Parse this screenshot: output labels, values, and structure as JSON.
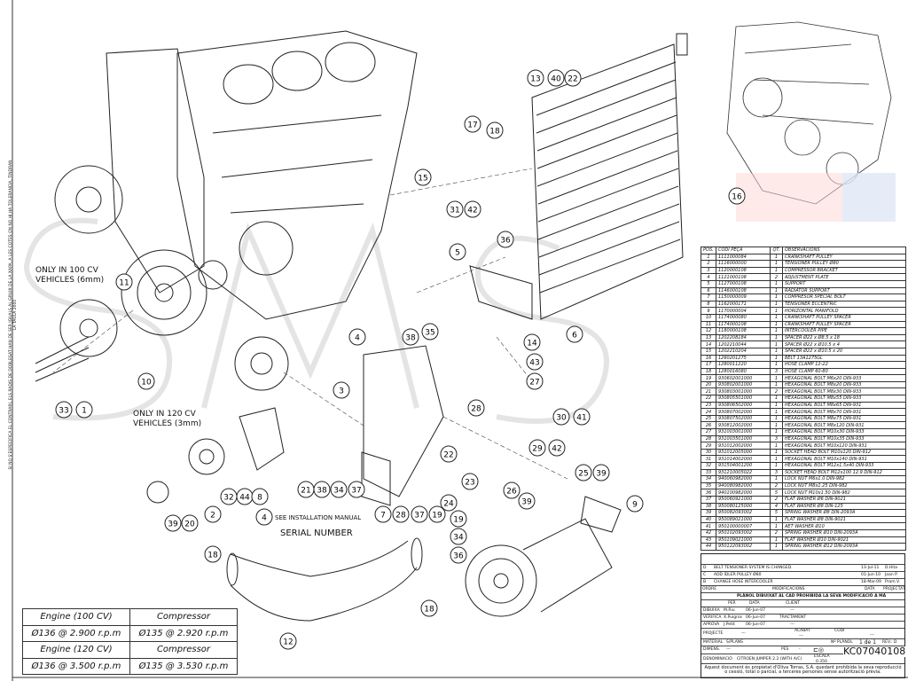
{
  "side_note": "SI NO S'ESPECIFICA EL CONTRARI, ELS RADIS DE DOBLEGAT HAN DE SER IGUALS AL GRUIX DE LA XAPA. A LES COTES ON NO HI HA TOLERANCIA, TINDRAN LA TAULA 2000",
  "annotations": {
    "only100": "ONLY IN 100 CV",
    "only100b": "VEHICLES (6mm)",
    "only120": "ONLY IN 120 CV",
    "only120b": "VEHICLES (3mm)",
    "install": "SEE INSTALLATION MANUAL",
    "serial": "SERIAL NUMBER"
  },
  "balloons": [
    "13",
    "40",
    "22",
    "17",
    "18",
    "15",
    "31",
    "42",
    "36",
    "5",
    "14",
    "43",
    "27",
    "6",
    "38",
    "35",
    "4",
    "3",
    "11",
    "10",
    "33",
    "1",
    "28",
    "30",
    "41",
    "29",
    "42",
    "25",
    "39",
    "22",
    "23",
    "26",
    "39",
    "24",
    "19",
    "16",
    "9",
    "34",
    "36",
    "21",
    "38",
    "34",
    "37",
    "7",
    "28",
    "37",
    "19",
    "32",
    "44",
    "8",
    "39",
    "20",
    "2",
    "4",
    "18",
    "18",
    "12"
  ],
  "rpm_table": [
    [
      "Engine (100 CV)",
      "Compressor"
    ],
    [
      "Ø136 @ 2.900 r.p.m",
      "Ø135 @ 2.920 r.p.m"
    ],
    [
      "Engine (120 CV)",
      "Compressor"
    ],
    [
      "Ø136 @ 3.500 r.p.m",
      "Ø135 @ 3.530 r.p.m"
    ]
  ],
  "parts_header": [
    "POS.",
    "CODI PEÇA",
    "QT.",
    "OBSERVACIONS"
  ],
  "parts": [
    [
      "1",
      "1111000084",
      "1",
      "CRANKSHAFT PULLEY"
    ],
    [
      "2",
      "1116000000",
      "1",
      "TENSIONER PULLEY Ø80"
    ],
    [
      "3",
      "1120000108",
      "1",
      "COMPRESSOR BRACKET"
    ],
    [
      "4",
      "1121000108",
      "2",
      "ADJUSTMENT PLATE"
    ],
    [
      "5",
      "1127000108",
      "1",
      "SUPPORT"
    ],
    [
      "6",
      "1146000108",
      "1",
      "RADIATOR SUPPORT"
    ],
    [
      "7",
      "1150000009",
      "1",
      "COMPRESOR SPECIAL BOLT"
    ],
    [
      "8",
      "1162000171",
      "1",
      "TENSIONER ECCENTRIC"
    ],
    [
      "9",
      "1170000004",
      "1",
      "HORIZONTAL MANIFOLD"
    ],
    [
      "10",
      "1174000080",
      "1",
      "CRANKSHAFT PULLEY SPACER"
    ],
    [
      "11",
      "1174000108",
      "1",
      "CRANKSHAFT PULLEY SPACER"
    ],
    [
      "12",
      "1180000108",
      "1",
      "INTERCOOLER PIPE"
    ],
    [
      "13",
      "1202208184",
      "1",
      "SPACER Ø22 x Ø8.5 x 18"
    ],
    [
      "14",
      "1202210044",
      "1",
      "SPACER Ø22 x Ø10.5 x 4"
    ],
    [
      "15",
      "1202210204",
      "1",
      "SPACER Ø22 x Ø10.5 x 20"
    ],
    [
      "16",
      "1260201275",
      "1",
      "BELT 13A1275GL"
    ],
    [
      "17",
      "1280011220",
      "1",
      "HOSE CLAMP 12-22"
    ],
    [
      "18",
      "1280016080",
      "3",
      "HOSE CLAMP 60-80"
    ],
    [
      "19",
      "930602001000",
      "1",
      "HEXAGONAL BOLT M6x20 DIN-933"
    ],
    [
      "20",
      "930802001000",
      "1",
      "HEXAGONAL BOLT M8x20 DIN-933"
    ],
    [
      "21",
      "930803001000",
      "2",
      "HEXAGONAL BOLT M8x30 DIN-933"
    ],
    [
      "22",
      "930805501000",
      "1",
      "HEXAGONAL BOLT M8x55 DIN-933"
    ],
    [
      "23",
      "930806502000",
      "1",
      "HEXAGONAL BOLT M8x65 DIN-931"
    ],
    [
      "24",
      "930807002000",
      "1",
      "HEXAGONAL BOLT M8x70 DIN-931"
    ],
    [
      "25",
      "930807502000",
      "1",
      "HEXAGONAL BOLT M8x75 DIN-931"
    ],
    [
      "26",
      "930812002000",
      "1",
      "HEXAGONAL BOLT M8x120 DIN-931"
    ],
    [
      "27",
      "931003001000",
      "1",
      "HEXAGONAL BOLT M10x30 DIN-933"
    ],
    [
      "28",
      "931003501000",
      "3",
      "HEXAGONAL BOLT M10x35 DIN-933"
    ],
    [
      "29",
      "931012002000",
      "1",
      "HEXAGONAL BOLT M10x120 DIN-931"
    ],
    [
      "30",
      "931012005000",
      "1",
      "SOCKET HEAD BOLT M10x120 DIN-912"
    ],
    [
      "31",
      "931014002000",
      "1",
      "HEXAGONAL BOLT M10x140 DIN-931"
    ],
    [
      "32",
      "931504001200",
      "1",
      "HEXAGONAL BOLT M12x1.5x40 DIN-933"
    ],
    [
      "33",
      "931210005022",
      "3",
      "SOCKET HEAD BOLT M12x100 12.9 DIN-912"
    ],
    [
      "34",
      "940060982000",
      "1",
      "LOCK NUT M6x1.0 DIN-982"
    ],
    [
      "35",
      "940080982000",
      "2",
      "LOCK NUT M8x1.25 DIN-982"
    ],
    [
      "36",
      "940100982000",
      "5",
      "LOCK NUT M10x1.50 DIN-982"
    ],
    [
      "37",
      "950060921000",
      "2",
      "FLAT WASHER Ø6 DIN-9021"
    ],
    [
      "38",
      "950080125000",
      "4",
      "FLAT WASHER Ø8 DIN-125"
    ],
    [
      "39",
      "950082093002",
      "5",
      "SPRING WASHER Ø8 DIN-2093A"
    ],
    [
      "40",
      "950089021000",
      "1",
      "FLAT WASHER Ø8 DIN-9021"
    ],
    [
      "41",
      "950100000007",
      "1",
      "AET WASHER Ø10"
    ],
    [
      "42",
      "950102093002",
      "2",
      "SPRING WASHER Ø10 DIN-2093A"
    ],
    [
      "43",
      "950109021000",
      "1",
      "FLAT WASHER Ø10 DIN-9021"
    ],
    [
      "44",
      "950122093002",
      "1",
      "SPRING WASHER Ø12 DIN-2093A"
    ]
  ],
  "title_block": {
    "mods": [
      [
        "D",
        "BELT TENSIONER SYSTEM IS CHANGED.",
        "13-Jul-11",
        "D.Hita"
      ],
      [
        "C",
        "ADD IDLER PULLEY Ø80",
        "01-Jun-10",
        "Joan P."
      ],
      [
        "B",
        "CHANGE HOSE INTERCOOLER",
        "18-Mar-09",
        "Pram V."
      ]
    ],
    "mods_head": [
      "ORDRE",
      "MODIFICACIONS",
      "DATA",
      "PROJECTAT"
    ],
    "warning": "PLÀNOL DIBUIXAT AL CAD PROHIBIDA LA SEVA MODIFICACIÓ A MÀ",
    "per": "PER",
    "data": "DATA",
    "client": "CLIENT",
    "client_val": "---",
    "dibuixa": "DIBUIXA",
    "dibuixa_per": "M.Riu",
    "dibuixa_data": "06-Jun-07",
    "verifica": "VERIFICA",
    "verifica_per": "X.Puigros",
    "verifica_data": "06-Jun-07",
    "aprova": "APROVA",
    "aprova_per": "J.Petit",
    "aprova_data": "06-Jun-07",
    "tractament": "TRACTAMENT",
    "tractament_val": "---",
    "projecte": "PROJECTE",
    "projecte_val": "---",
    "acabat": "ACABAT",
    "acabat_val": "---",
    "codi": "CODI",
    "codi_val": "---",
    "material": "MATERIAL",
    "material_val": "S/PLANS",
    "dimens": "DIMENS.",
    "dimens_val": "---",
    "pes": "PES",
    "pes_val": "-",
    "pla_label": "Nº PLÀNOL",
    "sheet": "1 de 1",
    "rev": "REV.: D",
    "denominacio": "DENOMINACIÓ",
    "denominacio_val": "CITROEN JUMPER 2.2 (WITH A/C)",
    "escala": "ESCALA",
    "escala_val": "0.350",
    "plan_no": "KC07040108",
    "footer": "Aquest document és propietat d'Oliva Torras, S.A. quedant prohibida la seva reproducció o cessió, total o parcial, a terceres persones sense autorització prèvia."
  }
}
